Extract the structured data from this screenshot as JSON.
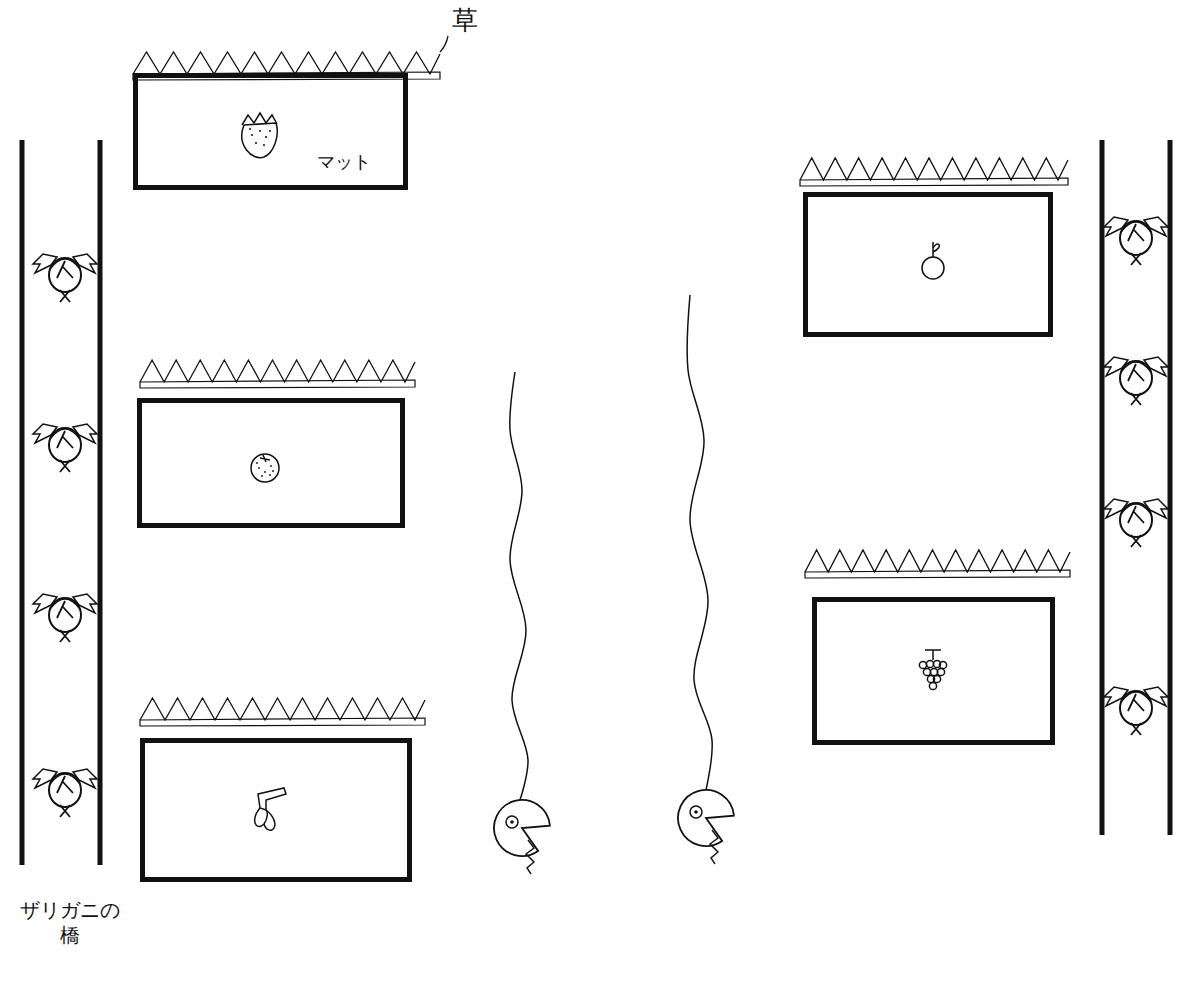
{
  "diagram": {
    "nodes": [
      {
        "text": [
          "マット"
        ]
      }
    ],
    "labels": [
      "草",
      "ザリガニの 橋"
    ]
  }
}
